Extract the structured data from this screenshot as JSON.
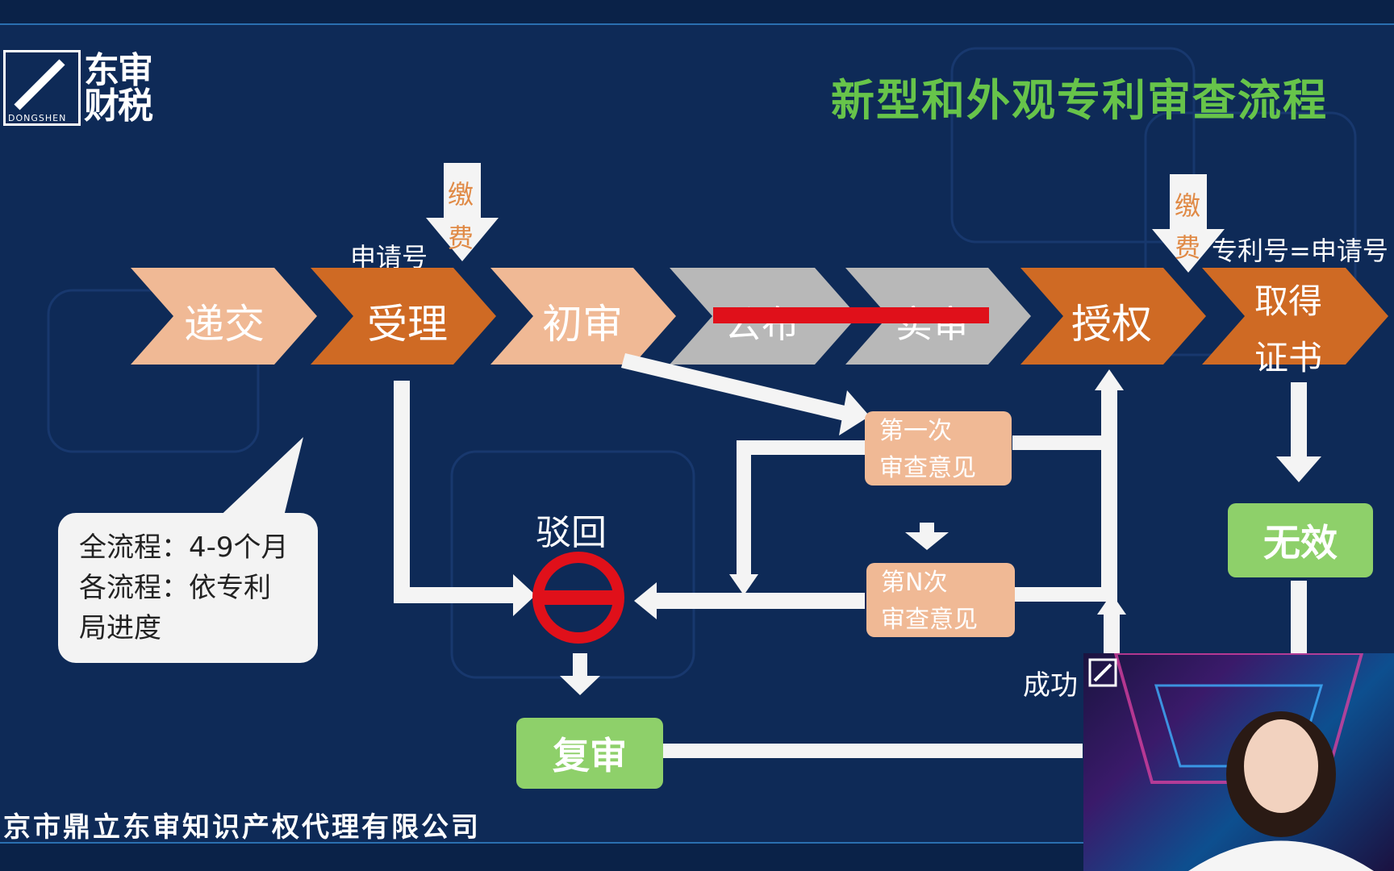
{
  "title": "新型和外观专利审查流程",
  "logo": {
    "main": "东审财税",
    "sub": "DONGSHEN"
  },
  "stages": [
    "递交",
    "受理",
    "初审",
    "公布",
    "实审",
    "授权",
    "取得",
    "证书"
  ],
  "fee_label": {
    "top": "缴",
    "bottom": "费"
  },
  "labels": {
    "app_no": "申请号",
    "patent_no": "专利号=申请号",
    "reject": "驳回",
    "success": "成功"
  },
  "notes": {
    "line1": "全流程：4-9个月",
    "line2": "各流程：依专利",
    "line3": "局进度"
  },
  "boxes": {
    "first_line1": "第一次",
    "first_line2": "审查意见",
    "nth_line1": "第N次",
    "nth_line2": "审查意见",
    "review": "复审",
    "invalid": "无效"
  },
  "company": "京市鼎立东审知识产权代理有限公司",
  "colors": {
    "background": "#0e2a57",
    "light_orange": "#f0b995",
    "dark_orange": "#cf6a24",
    "gray": "#b8b8b8",
    "red": "#e0101a",
    "green": "#8ed06a",
    "title_green": "#67c44a"
  }
}
